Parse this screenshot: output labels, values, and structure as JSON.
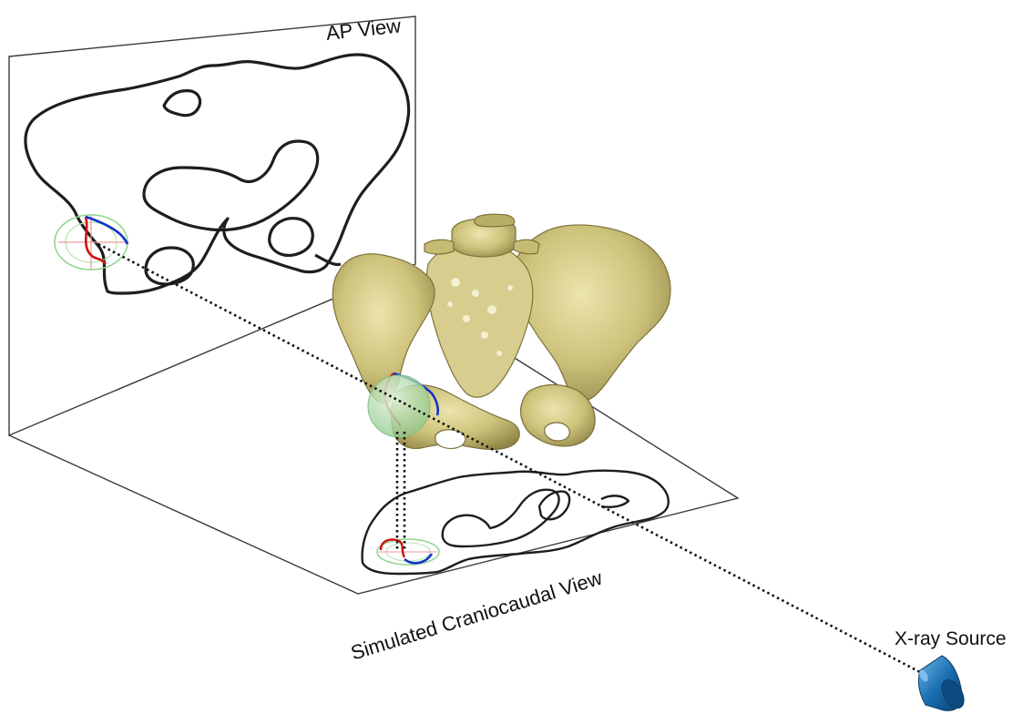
{
  "labels": {
    "ap_view": "AP View",
    "craniocaudal_view": "Simulated Craniocaudal View",
    "xray_source": "X-ray Source"
  },
  "colors": {
    "outline": "#1e1e1e",
    "plane_edge": "#3a3a3a",
    "bone": "#cdc27a",
    "bone_dark": "#8f8447",
    "bone_light": "#e8e0a8",
    "rim_red": "#cc1111",
    "rim_blue": "#1133cc",
    "sphere_green": "#9fd79f",
    "source_blue": "#1a6fb0"
  },
  "icons": {
    "xray_source": "xray-source-cone-icon",
    "acetabulum_sphere": "acetabulum-sphere-icon"
  }
}
